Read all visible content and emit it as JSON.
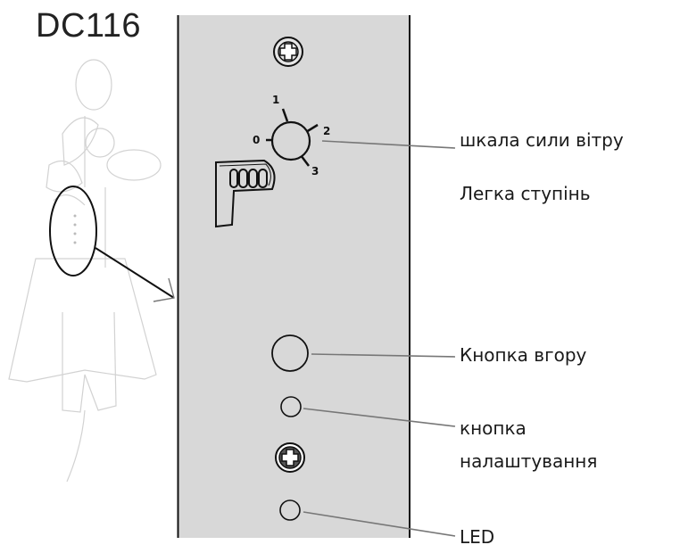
{
  "title": "DC116",
  "dial": {
    "marks": [
      "0",
      "1",
      "2",
      "3"
    ]
  },
  "labels": {
    "wind_scale": "шкала сили вітру",
    "light_step": "Легка ступінь",
    "up_button": "Кнопка вгору",
    "setup_button_line1": "кнопка",
    "setup_button_line2": "налаштування",
    "led": "LED"
  },
  "colors": {
    "panel": "#d8d8d8",
    "leader_line": "#777777",
    "outline": "#111111"
  }
}
